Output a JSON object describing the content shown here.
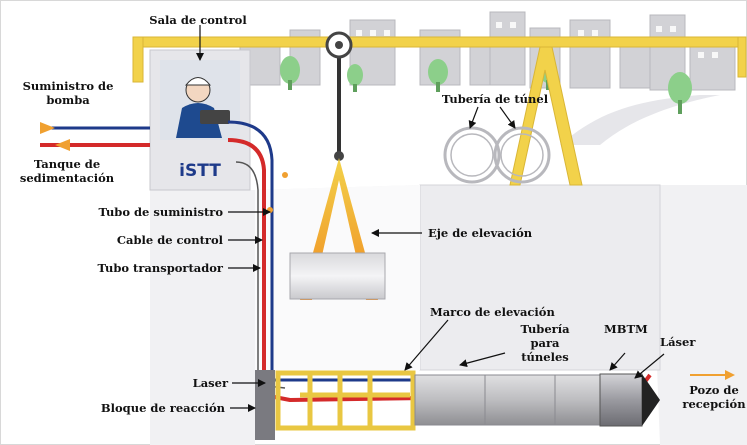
{
  "labels": {
    "control_room": "Sala de control",
    "pump_supply": "Suministro de bomba",
    "settling_tank": "Tanque de sedimentación",
    "supply_pipe": "Tubo de suministro",
    "control_cable": "Cable de control",
    "conveyor_pipe": "Tubo transportador",
    "laser_left": "Laser",
    "reaction_block": "Bloque de reacción",
    "tunnel_pipe_top": "Tubería de túnel",
    "lifting_shaft": "Eje de elevación",
    "lifting_frame": "Marco de elevación",
    "tunnel_pipe_mid": "Tubería para túneles",
    "mbtm": "MBTM",
    "laser_right": "Láser",
    "receiving_pit": "Pozo de recepción"
  },
  "logo_text": "iSTT",
  "colors": {
    "crane_yellow": "#f2d24a",
    "supply_red": "#d42a2a",
    "cable_blue": "#1e3a8a",
    "arrow_orange": "#f0a030",
    "pit_gray": "#e8e8ea",
    "tree_green": "#8ccf8a"
  }
}
